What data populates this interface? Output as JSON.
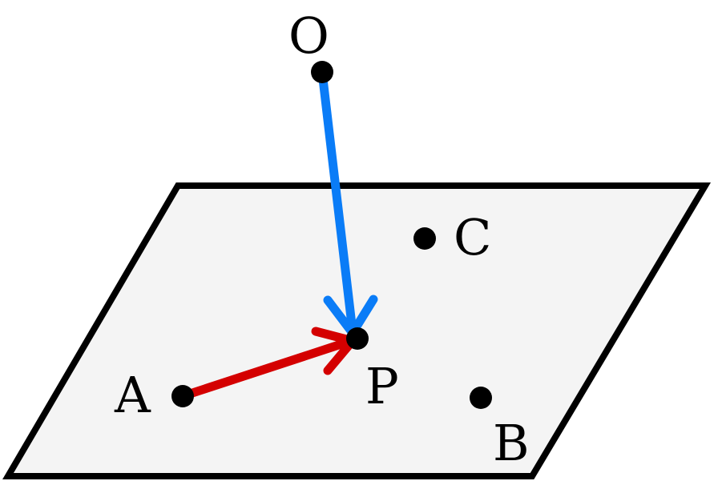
{
  "labels": {
    "O": "O",
    "A": "A",
    "B": "B",
    "C": "C",
    "P": "P"
  },
  "colors": {
    "plane_fill": "#f4f4f4",
    "plane_stroke": "#000000",
    "vector_op": "#0a7cf7",
    "vector_ap": "#d40000",
    "point": "#000000"
  }
}
